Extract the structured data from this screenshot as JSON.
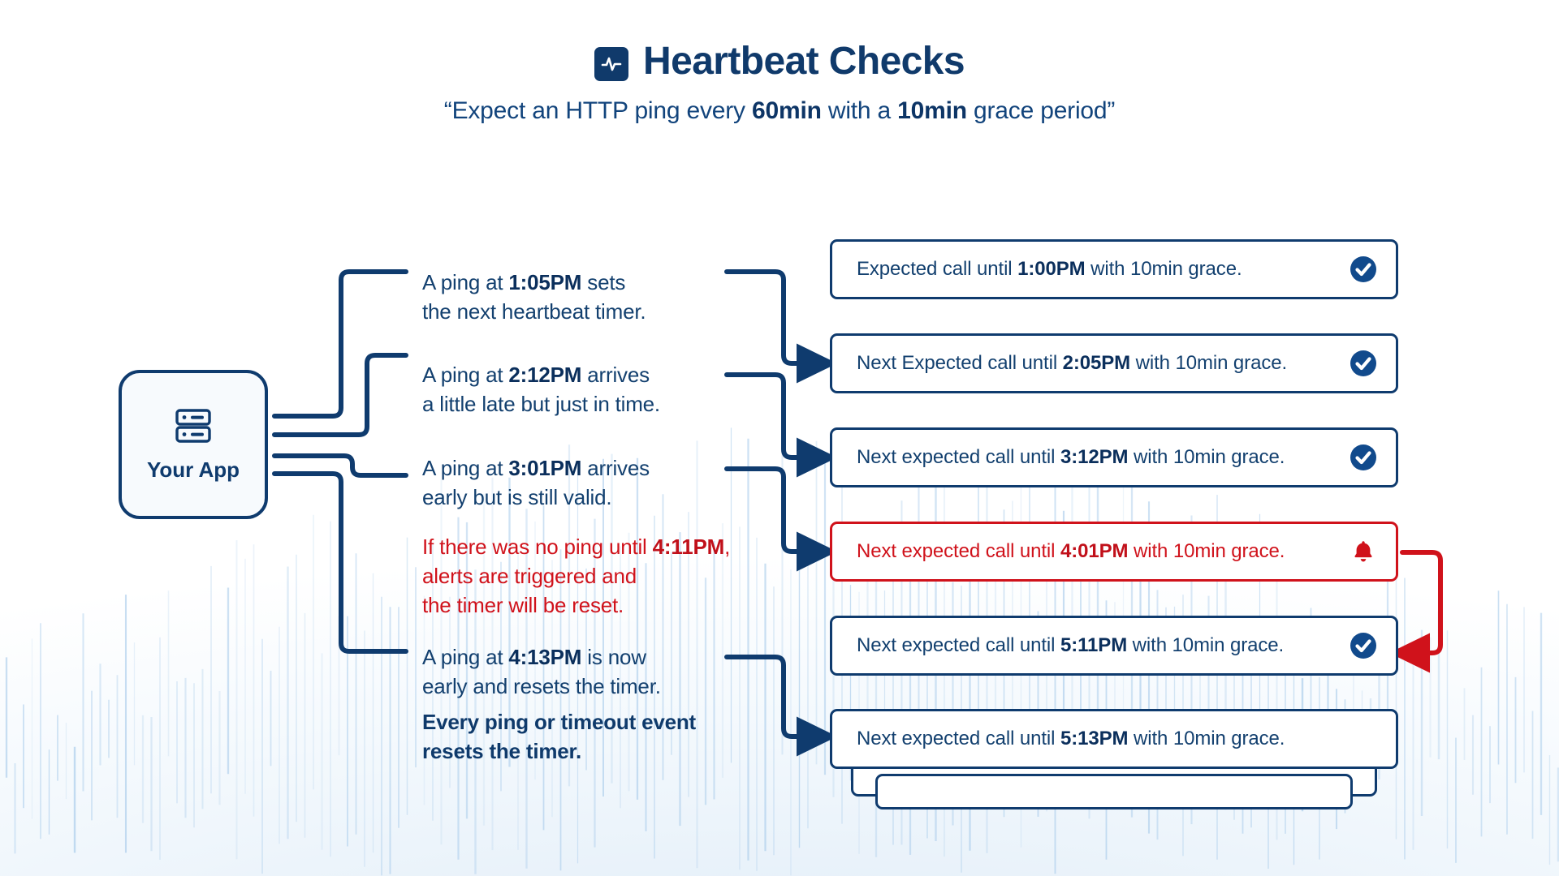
{
  "header": {
    "icon": "heartbeat-pulse-icon",
    "title": "Heartbeat Checks",
    "subtitle_prefix": "“Expect an HTTP ping every ",
    "subtitle_b1": "60min",
    "subtitle_mid": " with a ",
    "subtitle_b2": "10min",
    "subtitle_suffix": " grace period”"
  },
  "app_node": {
    "icon": "server-icon",
    "label": "Your App"
  },
  "events": [
    {
      "id": "event-1",
      "kind": "ping",
      "pre": "A ping at ",
      "time": "1:05PM",
      "post": " sets\nthe next heartbeat timer."
    },
    {
      "id": "event-2",
      "kind": "ping",
      "pre": "A ping at ",
      "time": "2:12PM",
      "post": " arrives\na little late but just in time."
    },
    {
      "id": "event-3",
      "kind": "ping",
      "pre": " A ping at ",
      "time": "3:01PM",
      "post": " arrives\n early but is still valid."
    },
    {
      "id": "event-4",
      "kind": "alert",
      "pre": "If there was no ping until ",
      "time": "4:11PM",
      "post": ",\nalerts are triggered and\nthe timer will be reset."
    },
    {
      "id": "event-5",
      "kind": "ping",
      "pre": "A ping at ",
      "time": "4:13PM",
      "post": " is now\nearly and resets the timer."
    },
    {
      "id": "event-6",
      "kind": "summary",
      "pre": "",
      "time": "",
      "post": "Every ping or timeout event\nresets the timer."
    }
  ],
  "cards": [
    {
      "id": "card-1",
      "state": "ok",
      "pre": "Expected call until ",
      "time": "1:00PM",
      "post": " with 10min grace.",
      "icon": "check-circle-icon"
    },
    {
      "id": "card-2",
      "state": "ok",
      "pre": "Next Expected call until ",
      "time": "2:05PM",
      "post": " with 10min grace.",
      "icon": "check-circle-icon"
    },
    {
      "id": "card-3",
      "state": "ok",
      "pre": "Next expected call until ",
      "time": "3:12PM",
      "post": " with 10min grace.",
      "icon": "check-circle-icon"
    },
    {
      "id": "card-4",
      "state": "alert",
      "pre": "Next expected call until ",
      "time": "4:01PM",
      "post": " with 10min grace.",
      "icon": "bell-icon"
    },
    {
      "id": "card-5",
      "state": "ok",
      "pre": "Next expected call until ",
      "time": "5:11PM",
      "post": " with 10min grace.",
      "icon": "check-circle-icon"
    },
    {
      "id": "card-6",
      "state": "ok",
      "pre": "Next expected call until ",
      "time": "5:13PM",
      "post": " with 10min grace.",
      "icon": "none"
    }
  ],
  "colors": {
    "navy": "#0f3b6e",
    "navy_text": "#13406f",
    "navy_deep": "#0b2f5c",
    "alert_red": "#d0121b",
    "card_bg": "#ffffff",
    "page_bg": "#f4f9fd"
  }
}
